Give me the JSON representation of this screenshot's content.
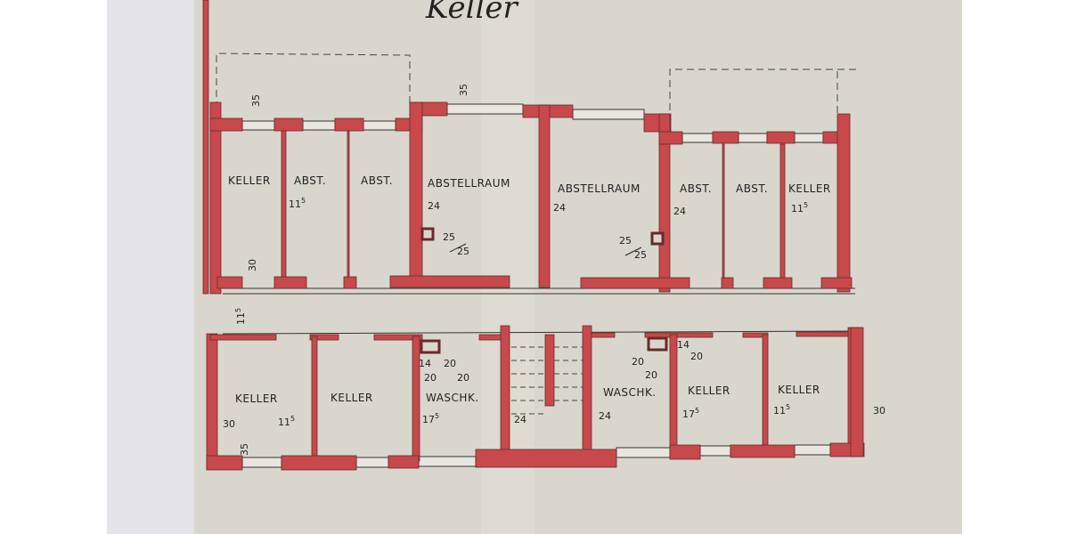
{
  "title": "Keller",
  "colors": {
    "wall": "#c7494b",
    "paper": "#d9d7cd",
    "line": "#2a2a2a"
  },
  "rooms_top": [
    "KELLER",
    "ABST.",
    "ABST.",
    "ABSTELLRAUM",
    "ABSTELLRAUM",
    "ABST.",
    "ABST.",
    "KELLER"
  ],
  "rooms_bottom": [
    "KELLER",
    "KELLER",
    "WASCHK.",
    "WASCHK.",
    "KELLER",
    "KELLER"
  ],
  "dims": {
    "d35": "35",
    "d30": "30",
    "d24": "24",
    "d11": "11",
    "d17": "17",
    "sup5": "5",
    "d25a": "25",
    "d25b": "25",
    "d14": "14",
    "d20": "20"
  }
}
